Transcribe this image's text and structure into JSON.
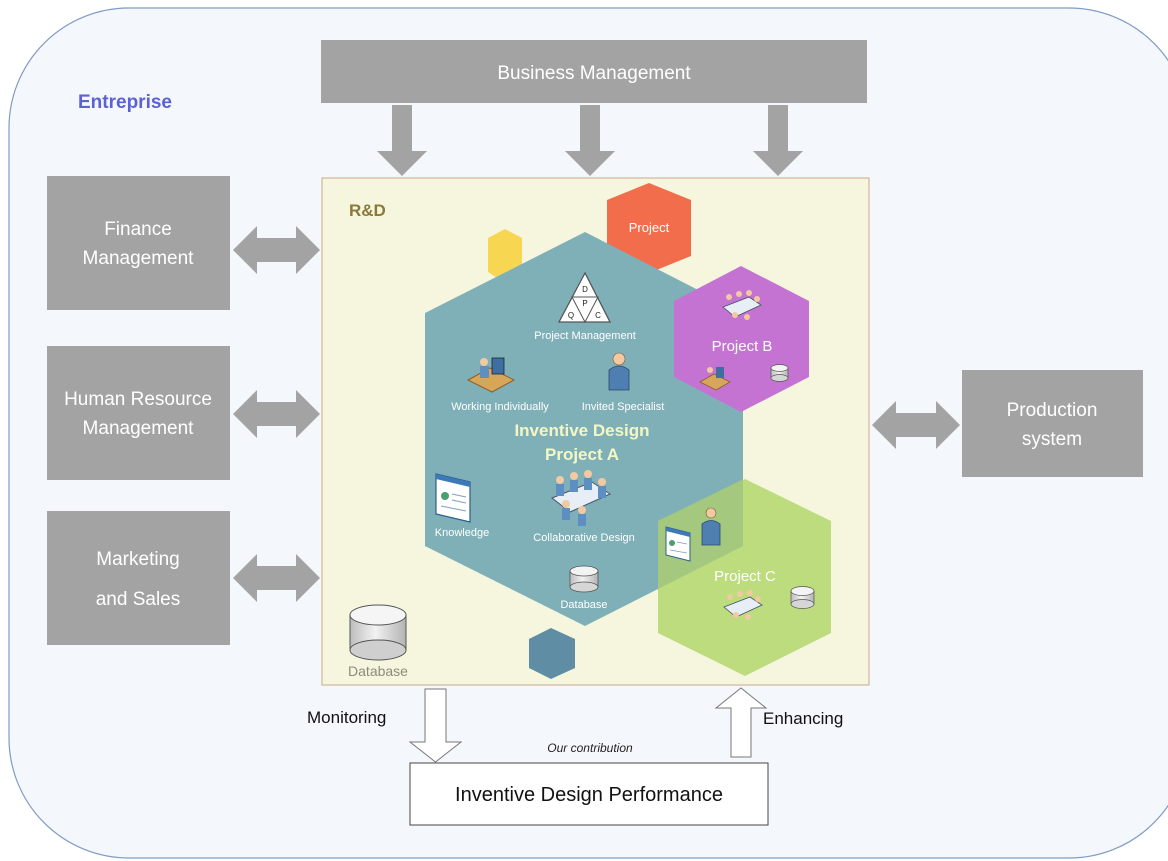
{
  "enterprise": {
    "label": "Entreprise"
  },
  "business_management": {
    "label": "Business Management"
  },
  "departments": {
    "finance": {
      "line1": "Finance",
      "line2": "Management"
    },
    "hr": {
      "line1": "Human Resource",
      "line2": "Management"
    },
    "marketing": {
      "line1": "Marketing",
      "line2": "and Sales"
    },
    "production": {
      "line1": "Production",
      "line2": "system"
    }
  },
  "rnd": {
    "label": "R&D",
    "database_label": "Database",
    "project_label": "Project",
    "project_a": {
      "title_line1": "Inventive Design",
      "title_line2": "Project A",
      "project_management": "Project Management",
      "dpqc": [
        "D",
        "P",
        "Q",
        "C"
      ],
      "working_individually": "Working Individually",
      "invited_specialist": "Invited Specialist",
      "knowledge": "Knowledge",
      "collaborative_design": "Collaborative Design",
      "database": "Database"
    },
    "project_b": {
      "label": "Project B"
    },
    "project_c": {
      "label": "Project C"
    }
  },
  "flows": {
    "monitoring": "Monitoring",
    "enhancing": "Enhancing",
    "contribution": "Our contribution"
  },
  "performance": {
    "label": "Inventive Design Performance"
  },
  "colors": {
    "enterprise_bg": "#f4f7fb",
    "enterprise_border": "#7f9bc6",
    "gray_box": "#a3a3a3",
    "rnd_bg": "#f6f6de",
    "rnd_label": "#8a7a3a",
    "project_a": "#7fb0b8",
    "project_b": "#c473d3",
    "project_c": "#bcdc7e",
    "project_orange": "#f26d4c",
    "hex_yellow": "#f7d751",
    "hex_slate": "#5f8da4",
    "entreprise_text": "#5b62d6"
  }
}
